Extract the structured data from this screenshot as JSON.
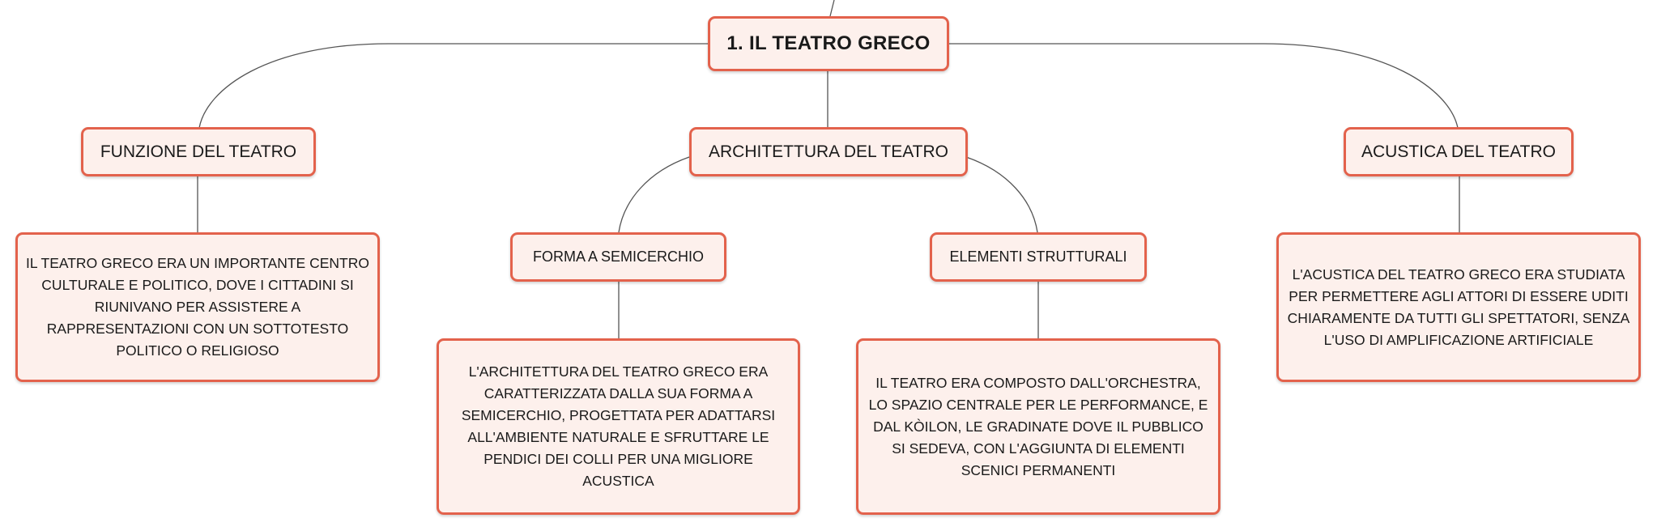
{
  "colors": {
    "border": "#e3624c",
    "fill": "#fdf0ec",
    "line": "#555555",
    "text": "#1a1a1a"
  },
  "map": {
    "root": "1. IL TEATRO GRECO",
    "funzione": {
      "title": "FUNZIONE DEL TEATRO",
      "text": "IL TEATRO GRECO ERA UN IMPORTANTE CENTRO CULTURALE E POLITICO, DOVE I CITTADINI SI RIUNIVANO PER ASSISTERE A RAPPRESENTAZIONI CON UN SOTTOTESTO POLITICO O RELIGIOSO"
    },
    "architettura": {
      "title": "ARCHITETTURA DEL TEATRO",
      "forma": {
        "title": "FORMA A SEMICERCHIO",
        "text": "L'ARCHITETTURA DEL TEATRO GRECO ERA CARATTERIZZATA DALLA SUA FORMA A SEMICERCHIO, PROGETTATA PER ADATTARSI ALL'AMBIENTE NATURALE E SFRUTTARE LE PENDICI DEI COLLI PER UNA MIGLIORE ACUSTICA"
      },
      "elementi": {
        "title": "ELEMENTI STRUTTURALI",
        "text": "IL TEATRO ERA COMPOSTO DALL'ORCHESTRA, LO SPAZIO CENTRALE PER LE PERFORMANCE, E DAL KÒILON, LE GRADINATE DOVE IL PUBBLICO SI SEDEVA, CON L'AGGIUNTA DI ELEMENTI SCENICI PERMANENTI"
      }
    },
    "acustica": {
      "title": "ACUSTICA DEL TEATRO",
      "text": "L'ACUSTICA DEL TEATRO GRECO ERA STUDIATA PER PERMETTERE AGLI ATTORI DI ESSERE UDITI CHIARAMENTE DA TUTTI GLI SPETTATORI, SENZA L'USO DI AMPLIFICAZIONE ARTIFICIALE"
    }
  }
}
